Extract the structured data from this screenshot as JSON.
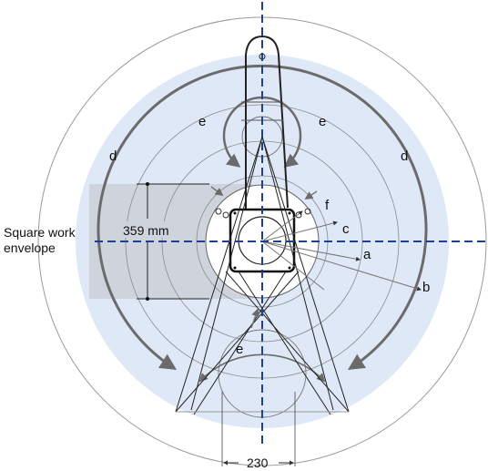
{
  "diagram": {
    "side_label": {
      "line1": "Square work",
      "line2": "envelope"
    },
    "dimension_square": "359 mm",
    "dimension_base": "230",
    "range_labels": {
      "a": "a",
      "b": "b",
      "c": "c",
      "d_left": "d",
      "d_right": "d",
      "e_top_left": "e",
      "e_top_right": "e",
      "e_bottom": "e",
      "f": "f"
    },
    "colors": {
      "work_area": "#dfe8f6",
      "square_envelope": "#cfd4dc",
      "axis": "#1f3f8f",
      "arc": "#6b6b6b",
      "line": "#222222"
    }
  }
}
